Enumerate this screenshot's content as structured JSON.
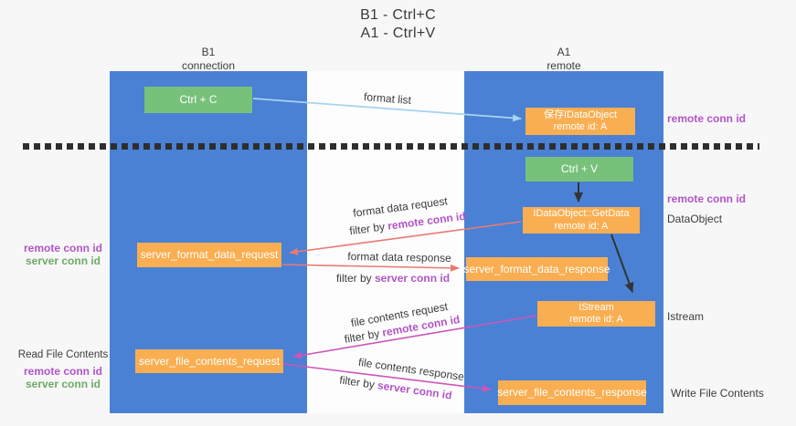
{
  "title": {
    "line1": "B1 - Ctrl+C",
    "line2": "A1 - Ctrl+V"
  },
  "colors": {
    "bg": "#f7f7f7",
    "panel": "#fdfdfd",
    "column-blue": "#4a81d4",
    "box-green": "#77c17b",
    "box-orange": "#f9ae51",
    "arrow-blue": "#a8d4f0",
    "arrow-salmon": "#e87a73",
    "arrow-magenta": "#cc55bb",
    "arrow-black": "#333333",
    "label-purple": "#b255c6",
    "label-green": "#6cab66",
    "text-dark": "#3c3c3c",
    "dash-color": "#2e2e2e"
  },
  "lanes": {
    "left": {
      "name": "B1",
      "subtitle": "connection"
    },
    "right": {
      "name": "A1",
      "subtitle": "remote"
    }
  },
  "nodes": {
    "ctrl_c": {
      "label": "Ctrl + C"
    },
    "save_dataobject": {
      "line1": "保存IDataObject",
      "line2": "remote id: A"
    },
    "ctrl_v": {
      "label": "Ctrl + V"
    },
    "getdata": {
      "line1": "IDataObject::GetData",
      "line2": "remote id: A"
    },
    "format_request": {
      "label": "server_format_data_request"
    },
    "format_response": {
      "label": "server_format_data_response"
    },
    "istream": {
      "line1": "IStream",
      "line2": "remote id: A"
    },
    "file_request": {
      "label": "server_file_contents_request"
    },
    "file_response": {
      "label": "server_file_contents_response"
    }
  },
  "side_labels": {
    "remote_conn_top": "remote conn id",
    "remote_conn_mid": "remote conn id",
    "dataobject": "DataObject",
    "istream": "Istream",
    "write_file": "Write File Contents",
    "read_file": "Read File Contents",
    "left_mid": {
      "remote": "remote conn id",
      "server": "server conn id"
    },
    "left_bottom": {
      "remote": "remote conn id",
      "server": "server conn id"
    }
  },
  "arrows": {
    "format_list": {
      "label": "format list"
    },
    "format_request": {
      "label": "format data request",
      "filter": "filter by",
      "conn": "remote conn id"
    },
    "format_response": {
      "label": "format data response",
      "filter": "filter by",
      "conn": "server conn id"
    },
    "file_request": {
      "label": "file contents request",
      "filter": "filter by",
      "conn": "remote conn id"
    },
    "file_response": {
      "label": "file contents response",
      "filter": "filter by",
      "conn": "server conn id"
    }
  }
}
